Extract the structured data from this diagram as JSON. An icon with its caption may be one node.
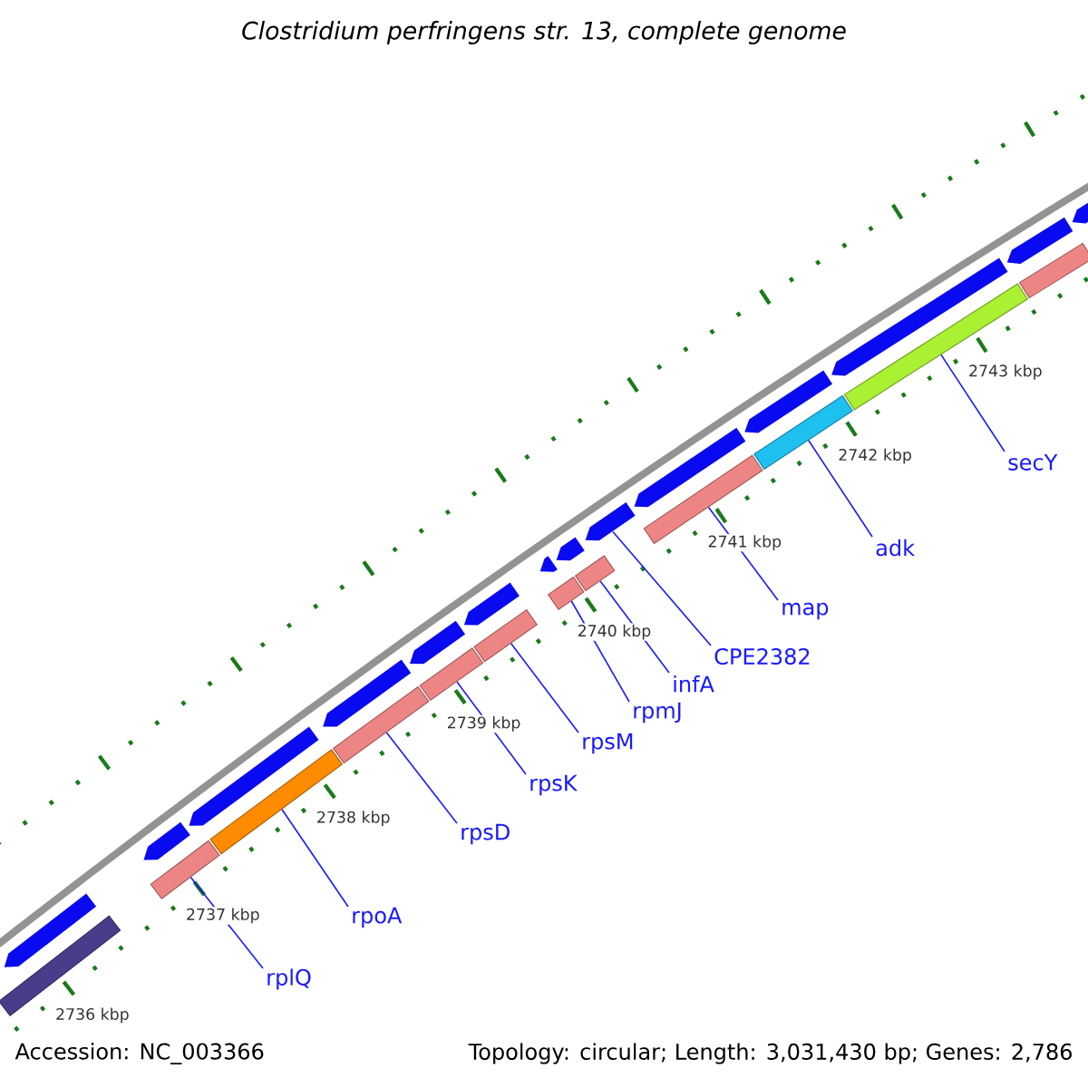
{
  "diagram": {
    "title": "Clostridium perfringens str. 13, complete genome",
    "nodes": [
      {
        "text": [],
        "shape": "arrow"
      },
      {
        "text": [],
        "shape": "arrow"
      },
      {
        "text": [],
        "shape": "arrow"
      },
      {
        "text": [],
        "shape": "arrow"
      },
      {
        "text": [],
        "shape": "arrow"
      },
      {
        "text": [],
        "shape": "arrow"
      },
      {
        "text": [],
        "shape": "arrow"
      },
      {
        "text": [],
        "shape": "arrow"
      },
      {
        "text": [],
        "shape": "arrow"
      },
      {
        "text": [],
        "shape": "arrow"
      },
      {
        "text": [],
        "shape": "arrow"
      },
      {
        "text": [],
        "shape": "arrow"
      },
      {
        "text": [],
        "shape": "arrow"
      },
      {
        "text": [],
        "shape": "arrow"
      },
      {
        "text": [],
        "shape": "bar"
      },
      {
        "text": [],
        "shape": "bar"
      },
      {
        "text": [],
        "shape": "bar"
      },
      {
        "text": [],
        "shape": "bar"
      },
      {
        "text": [],
        "shape": "bar"
      },
      {
        "text": [],
        "shape": "bar"
      },
      {
        "text": [],
        "shape": "bar"
      },
      {
        "text": [],
        "shape": "bar"
      },
      {
        "text": [],
        "shape": "bar"
      },
      {
        "text": [],
        "shape": "bar"
      },
      {
        "text": [],
        "shape": "bar"
      },
      {
        "text": [],
        "shape": "bar"
      },
      {
        "text": [
          "rplQ"
        ]
      },
      {
        "text": [
          "rpoA"
        ]
      },
      {
        "text": [
          "rpsD"
        ]
      },
      {
        "text": [
          "rpsK"
        ]
      },
      {
        "text": [
          "rpsM"
        ]
      },
      {
        "text": [
          "rpmJ"
        ]
      },
      {
        "text": [
          "infA"
        ]
      },
      {
        "text": [
          "CPE2382"
        ]
      },
      {
        "text": [
          "map"
        ]
      },
      {
        "text": [
          "adk"
        ]
      },
      {
        "text": [
          "secY"
        ]
      }
    ],
    "edges": [
      {
        "from": 26,
        "to": 15,
        "arrow": "none"
      },
      {
        "from": 27,
        "to": 16,
        "arrow": "none"
      },
      {
        "from": 28,
        "to": 17,
        "arrow": "none"
      },
      {
        "from": 29,
        "to": 18,
        "arrow": "none"
      },
      {
        "from": 30,
        "to": 19,
        "arrow": "none"
      },
      {
        "from": 31,
        "to": 20,
        "arrow": "none"
      },
      {
        "from": 32,
        "to": 21,
        "arrow": "none"
      },
      {
        "from": 33,
        "to": 8,
        "arrow": "none"
      },
      {
        "from": 34,
        "to": 22,
        "arrow": "none"
      },
      {
        "from": 35,
        "to": 23,
        "arrow": "none"
      },
      {
        "from": 36,
        "to": 24,
        "arrow": "none"
      }
    ],
    "labels": [
      "2736 kbp",
      "2737 kbp",
      "2738 kbp",
      "2739 kbp",
      "2740 kbp",
      "2741 kbp",
      "2742 kbp",
      "2743 kbp",
      "Accession: NC_003366",
      "Topology: circular; Length: 3,031,430 bp; Genes: 2,786"
    ]
  }
}
